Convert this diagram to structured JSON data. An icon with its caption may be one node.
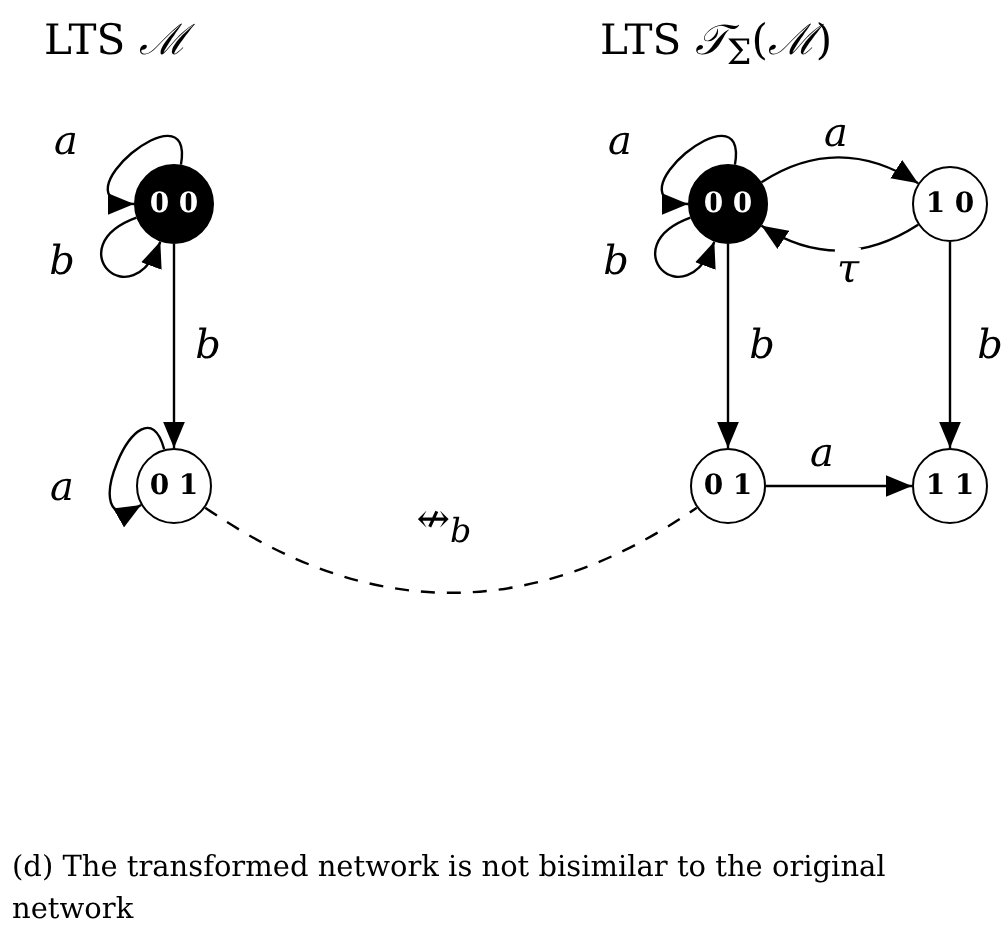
{
  "diagram": {
    "caption": "(d) The transformed network is not bisimilar to the original network",
    "nodes": [
      {
        "text": [
          "0 0"
        ]
      },
      {
        "text": [
          "0 1"
        ]
      },
      {
        "text": [
          "0 0"
        ]
      },
      {
        "text": [
          "1 0"
        ]
      },
      {
        "text": [
          "0 1"
        ]
      },
      {
        "text": [
          "1 1"
        ]
      }
    ],
    "edges": [
      {
        "from": 0,
        "to": 0,
        "arrow": "to",
        "label": "a"
      },
      {
        "from": 0,
        "to": 0,
        "arrow": "to",
        "label": "b"
      },
      {
        "from": 0,
        "to": 1,
        "arrow": "to",
        "label": "b"
      },
      {
        "from": 1,
        "to": 1,
        "arrow": "to",
        "label": "a"
      },
      {
        "from": 2,
        "to": 2,
        "arrow": "to",
        "label": "a"
      },
      {
        "from": 2,
        "to": 2,
        "arrow": "to",
        "label": "b"
      },
      {
        "from": 2,
        "to": 3,
        "arrow": "to",
        "label": "a"
      },
      {
        "from": 3,
        "to": 2,
        "arrow": "to",
        "label": "τ"
      },
      {
        "from": 2,
        "to": 4,
        "arrow": "to",
        "label": "b"
      },
      {
        "from": 3,
        "to": 5,
        "arrow": "to",
        "label": "b"
      },
      {
        "from": 4,
        "to": 5,
        "arrow": "to",
        "label": "a"
      },
      {
        "from": 1,
        "to": 4,
        "arrow": "none",
        "style": "dashed",
        "label": "↮$_{b}$"
      }
    ],
    "labels": [
      "LTS *ℳ*",
      "LTS *𝒯*$_{Σ}$(*ℳ*)"
    ]
  }
}
